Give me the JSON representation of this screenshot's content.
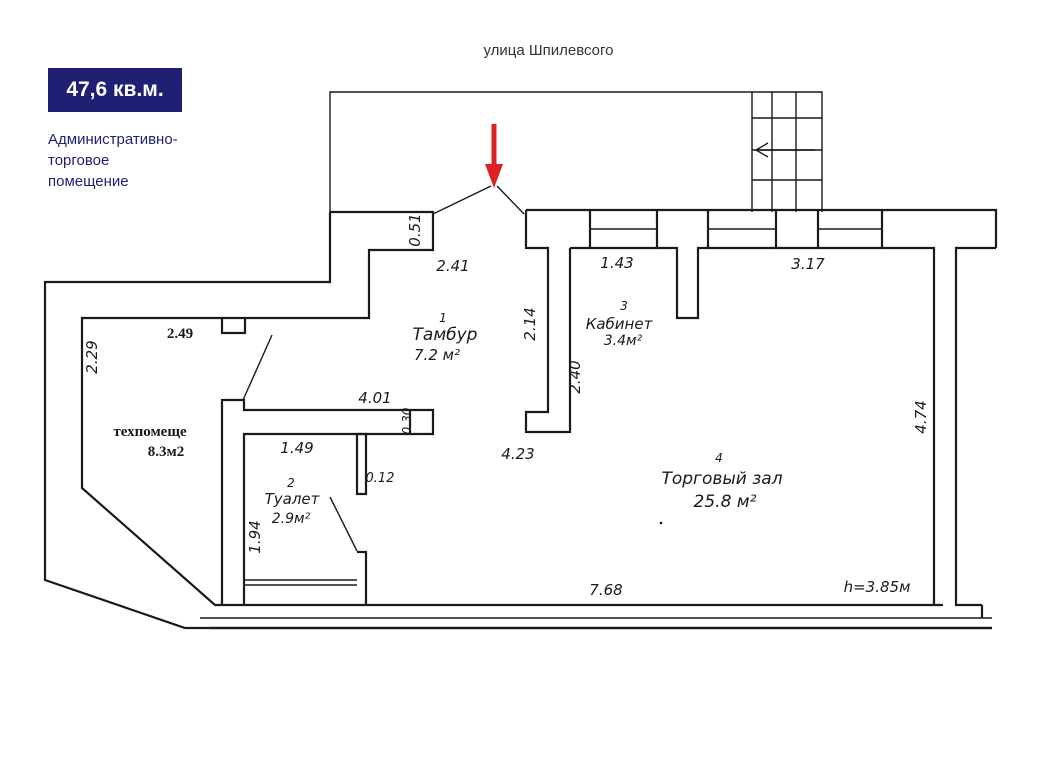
{
  "street_label": "улица Шпилевсого",
  "area_badge": "47,6 кв.м.",
  "description": [
    "Административно-",
    "торговое",
    "помещение"
  ],
  "colors": {
    "badge_bg": "#1f1f73",
    "badge_text": "#ffffff",
    "description_text": "#1f1f73",
    "entrance_arrow": "#e02020",
    "lines": "#1a1a1a"
  },
  "rooms": {
    "tambur": {
      "number": "1",
      "name": "Тамбур",
      "area": "7.2 м²"
    },
    "toilet": {
      "number": "2",
      "name": "Туалет",
      "area": "2.9м²"
    },
    "office": {
      "number": "3",
      "name": "Кабинет",
      "area": "3.4м²"
    },
    "hall": {
      "number": "4",
      "name": "Торговый зал",
      "area": "25.8 м²"
    },
    "tech": {
      "name": "техпомеще",
      "area": "8.3м2"
    }
  },
  "dimensions": {
    "d051": "0.51",
    "d241": "2.41",
    "d143": "1.43",
    "d317": "3.17",
    "d249": "2.49",
    "d229": "2.29",
    "d214": "2.14",
    "d240": "2.40",
    "d401": "4.01",
    "d030": "0.30",
    "d423": "4.23",
    "d149": "1.49",
    "d012": "0.12",
    "d194": "1.94",
    "d474": "4.74",
    "d768": "7.68"
  },
  "ceiling_height": "h=3.85м"
}
